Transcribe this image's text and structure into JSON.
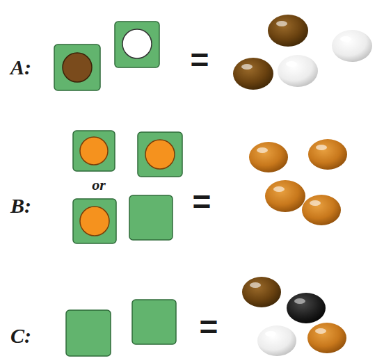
{
  "diagram": {
    "labels": [
      "A:",
      "=",
      "B:",
      "or",
      "=",
      "C:",
      "="
    ]
  }
}
